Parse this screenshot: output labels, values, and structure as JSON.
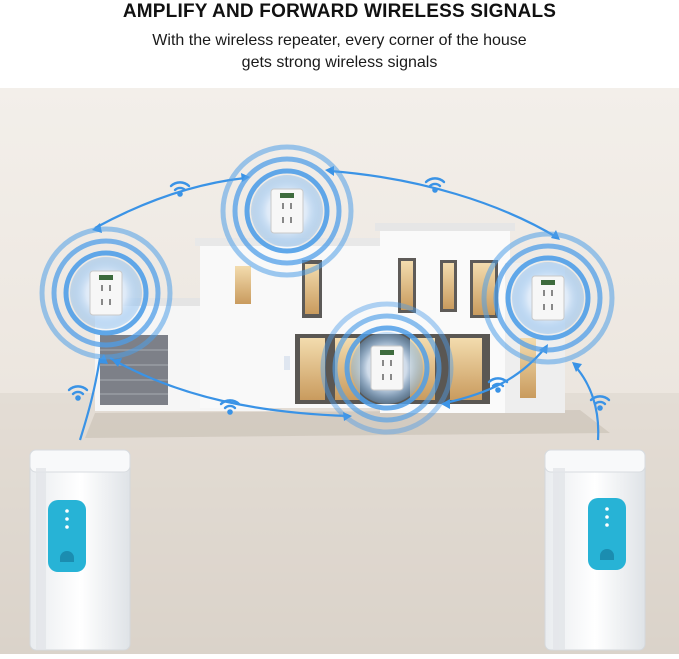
{
  "header": {
    "title": "AMPLIFY AND FORWARD WIRELESS SIGNALS",
    "subtitle_line1": "With the wireless repeater, every corner of the house",
    "subtitle_line2": "gets strong wireless signals"
  },
  "colors": {
    "accent": "#2e8fe0",
    "signal_ring": "#4f9ee8",
    "button_teal": "#27b3d6",
    "wall": "#f4f4f4",
    "window_glow": "#e8c792",
    "garage_door": "#7d8088",
    "floor": "#d9d2cb"
  },
  "scene": {
    "repeaters": [
      "repeater-top",
      "repeater-left",
      "repeater-right",
      "repeater-center"
    ],
    "icons": [
      "wifi-icon",
      "wifi-icon",
      "wifi-icon",
      "wifi-icon",
      "wifi-icon",
      "wifi-icon",
      "wifi-icon"
    ],
    "devices": [
      "doorbell-transmitter-left",
      "doorbell-transmitter-right"
    ]
  }
}
